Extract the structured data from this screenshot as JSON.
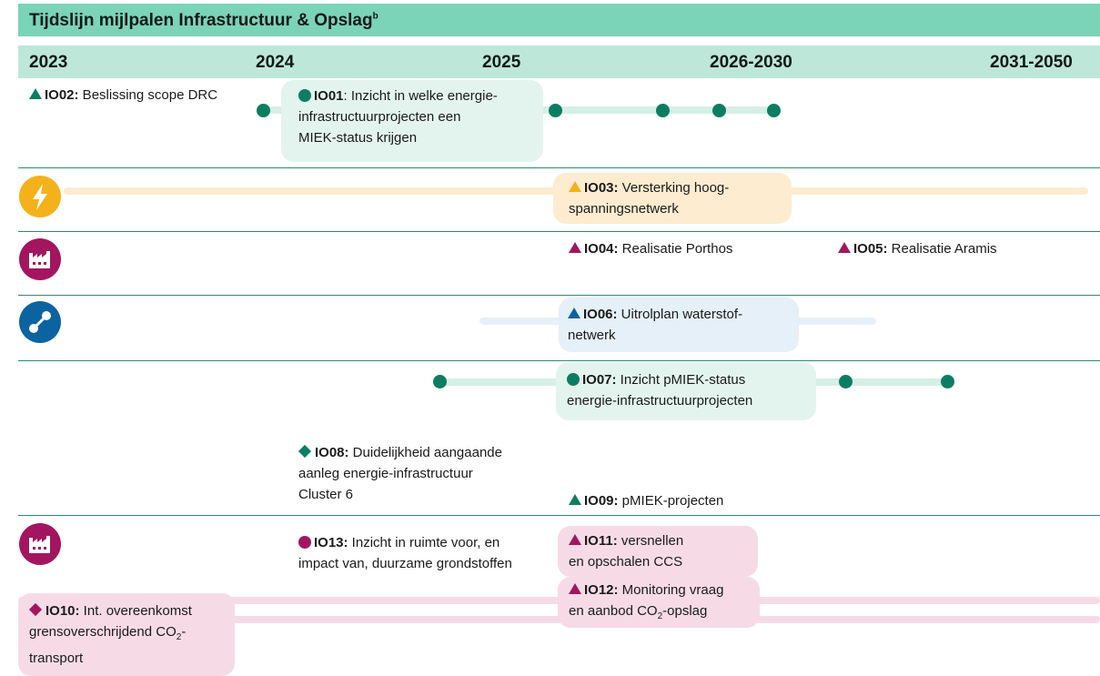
{
  "title": "Tijdslijn mijlpalen Infrastructuur & Opslag",
  "title_note": "b",
  "years": [
    "2023",
    "2024",
    "2025",
    "2026-2030",
    "2031-2050"
  ],
  "colors": {
    "title_bg": "#7bd3b8",
    "years_bg": "#bde8d9",
    "green": "#0d7d62",
    "yellow": "#f5b11a",
    "magenta": "#a3165f",
    "blue": "#0b64a0"
  },
  "icons": [
    "lightning-icon",
    "factory-icon",
    "hydrogen-molecule-icon",
    "factory-icon"
  ],
  "milestones": {
    "io02": {
      "code": "IO02:",
      "text": " Beslissing scope DRC"
    },
    "io01": {
      "code": "IO01",
      "line1": ": Inzicht in welke energie-",
      "line2": "infrastructuurprojecten een",
      "line3": "MIEK-status krijgen"
    },
    "io03": {
      "code": "IO03:",
      "line1": " Versterking hoog-",
      "line2": "spanningsnetwerk"
    },
    "io04": {
      "code": "IO04:",
      "text": " Realisatie Porthos"
    },
    "io05": {
      "code": "IO05:",
      "text": " Realisatie Aramis"
    },
    "io06": {
      "code": "IO06:",
      "line1": " Uitrolplan waterstof-",
      "line2": "netwerk"
    },
    "io07": {
      "code": "IO07:",
      "line1": " Inzicht pMIEK-status",
      "line2": "energie-infrastructuurprojecten"
    },
    "io08": {
      "code": "IO08:",
      "line1": " Duidelijkheid aangaande",
      "line2": "aanleg energie-infrastructuur",
      "line3": "Cluster 6"
    },
    "io09": {
      "code": "IO09:",
      "text": " pMIEK-projecten"
    },
    "io13": {
      "code": "IO13:",
      "line1": " Inzicht in ruimte voor, en",
      "line2": "impact van, duurzame grondstoffen"
    },
    "io11": {
      "code": "IO11:",
      "line1": " versnellen",
      "line2": "en opschalen CCS"
    },
    "io12": {
      "code": "IO12:",
      "line1": " Monitoring vraag",
      "line2a": "en aanbod CO",
      "line2sub": "2",
      "line2b": "-opslag"
    },
    "io10": {
      "code": "IO10:",
      "line1": " Int. overeenkomst",
      "line2a": "grensoverschrijdend CO",
      "line2sub": "2",
      "line2b": "-",
      "line3": "transport"
    }
  }
}
